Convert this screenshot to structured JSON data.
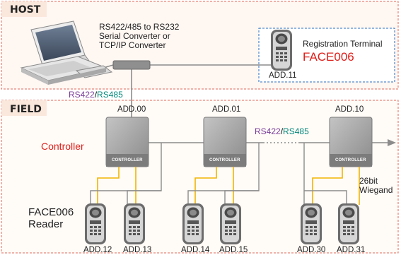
{
  "zones": {
    "host": "HOST",
    "field": "FIELD"
  },
  "host": {
    "converter_label": "RS422/485 to RS232\nSerial Converter or\nTCP/IP Converter",
    "registration_title": "Registration Terminal",
    "registration_model": "FACE006",
    "registration_address": "ADD.11"
  },
  "bus_label": {
    "rs422": "RS422",
    "slash": "/",
    "rs485": "RS485"
  },
  "field": {
    "controller_caption": "Controller",
    "reader_caption": "FACE006\nReader",
    "wiegand_label": "26bit\nWiegand",
    "controller_text": "CONTROLLER",
    "controllers": [
      {
        "address": "ADD.00"
      },
      {
        "address": "ADD.01"
      },
      {
        "address": "ADD.10"
      }
    ],
    "readers": [
      "ADD.12",
      "ADD.13",
      "ADD.14",
      "ADD.15",
      "ADD.30",
      "ADD.31"
    ]
  },
  "colors": {
    "host_border": "#e06a5a",
    "registration_border": "#2a6fc0",
    "gray_device": "#9a9a9a",
    "yellow_wire": "#f0b400",
    "red_text": "#e0201b",
    "purple_text": "#7a3d9a",
    "teal_text": "#00867a"
  }
}
